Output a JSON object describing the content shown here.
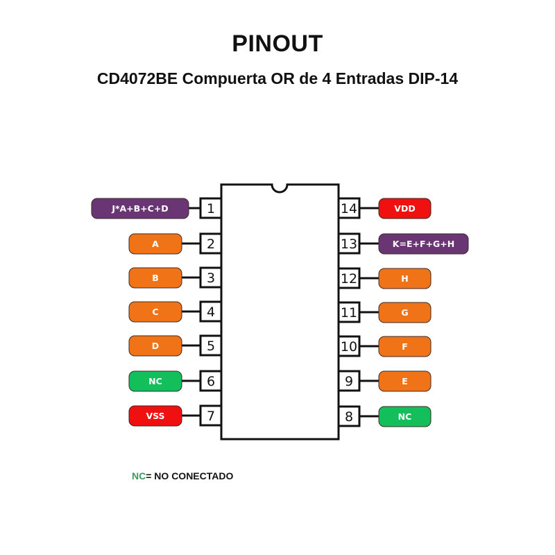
{
  "header": {
    "title": "PINOUT",
    "subtitle": "CD4072BE Compuerta OR de 4 Entradas DIP-14"
  },
  "colors": {
    "purple": "#6a3573",
    "orange": "#f07417",
    "green": "#12bf5a",
    "red": "#f01010",
    "legend_green": "#3a9a5c",
    "outline": "#111111"
  },
  "chip": {
    "package": "DIP-14",
    "notch": "top-center"
  },
  "pins": {
    "left": [
      {
        "number": "1",
        "label": "J*A+B+C+D",
        "color": "purple"
      },
      {
        "number": "2",
        "label": "A",
        "color": "orange"
      },
      {
        "number": "3",
        "label": "B",
        "color": "orange"
      },
      {
        "number": "4",
        "label": "C",
        "color": "orange"
      },
      {
        "number": "5",
        "label": "D",
        "color": "orange"
      },
      {
        "number": "6",
        "label": "NC",
        "color": "green"
      },
      {
        "number": "7",
        "label": "VSS",
        "color": "red"
      }
    ],
    "right": [
      {
        "number": "14",
        "label": "VDD",
        "color": "red"
      },
      {
        "number": "13",
        "label": "K=E+F+G+H",
        "color": "purple"
      },
      {
        "number": "12",
        "label": "H",
        "color": "orange"
      },
      {
        "number": "11",
        "label": "G",
        "color": "orange"
      },
      {
        "number": "10",
        "label": "F",
        "color": "orange"
      },
      {
        "number": "9",
        "label": "E",
        "color": "orange"
      },
      {
        "number": "8",
        "label": "NC",
        "color": "green"
      }
    ]
  },
  "legend": {
    "abbr": "NC",
    "text": "= NO CONECTADO"
  }
}
